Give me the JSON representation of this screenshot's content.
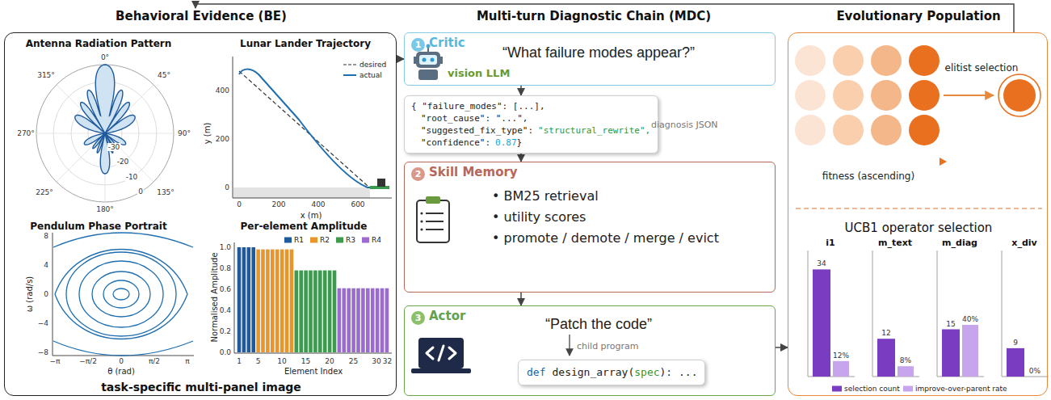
{
  "diagram": {
    "nodes": [
      {
        "text": [
          "Behavioral Evidence (BE)",
          "task-specific multi-panel image"
        ]
      },
      {
        "text": [
          "1",
          "Critic",
          "“What failure modes appear?”",
          "vision LLM"
        ]
      },
      {
        "text": [
          "{ \"failure_modes\": [...],",
          "\"root_cause\": \"...\",",
          "\"suggested_fix_type\":",
          "\"structural_rewrite\",",
          "\"confidence\":",
          "0.87",
          "}"
        ]
      },
      {
        "text": [
          "2",
          "Skill Memory",
          "• BM25 retrieval",
          "• utility scores",
          "• promote / demote / merge / evict"
        ]
      },
      {
        "text": [
          "3",
          "Actor",
          "“Patch the code”"
        ]
      },
      {
        "text": [
          "def",
          "design_array(",
          "spec",
          "): ..."
        ],
        "in": 4
      },
      {
        "text": [
          "Evolutionary Population"
        ]
      }
    ],
    "edges": [
      {
        "from": 0,
        "to": 1,
        "arrow": "to"
      },
      {
        "from": 1,
        "to": 2,
        "arrow": "to"
      },
      {
        "from": 2,
        "to": 3,
        "arrow": "to"
      },
      {
        "from": 3,
        "to": 4,
        "arrow": "to"
      },
      {
        "from": 4,
        "to": 6,
        "arrow": "to"
      },
      {
        "from": 6,
        "to": 0,
        "arrow": "to"
      }
    ],
    "labels": [
      "Multi-turn Diagnostic Chain (MDC)",
      "Antenna Radiation Pattern",
      "0°",
      "45°",
      "90°",
      "135°",
      "180°",
      "225°",
      "270°",
      "315°",
      "-30",
      "-20",
      "-10",
      "0",
      "Lunar Lander Trajectory",
      "400",
      "200",
      "0",
      "0",
      "200",
      "400",
      "600",
      "x (m)",
      "y (m)",
      "Pendulum Phase Portrait",
      "8",
      "4",
      "0",
      "−4",
      "−8",
      "−π",
      "−π/2",
      "0",
      "π/2",
      "π",
      "θ (rad)",
      "ω (rad/s)",
      "Per-element Amplitude",
      "1.0",
      "0.8",
      "0.6",
      "0.4",
      "0.2",
      "0.0",
      "1",
      "5",
      "10",
      "15",
      "20",
      "25",
      "30",
      "32",
      "Element Index",
      "Normalised Amplitude",
      "diagnosis JSON",
      "child program",
      "elitist selection",
      "fitness (ascending)",
      "UCB1 operator selection",
      "i1",
      "34",
      "12%",
      "m_text",
      "12",
      "8%",
      "m_diag",
      "15",
      "40%",
      "x_div",
      "9",
      "0%"
    ],
    "legend": [
      {
        "text": "desired"
      },
      {
        "text": "actual"
      },
      {
        "text": "R1",
        "color": "#1f5b9c"
      },
      {
        "text": "R2",
        "color": "#e8952b"
      },
      {
        "text": "R3",
        "color": "#3d9a4f"
      },
      {
        "text": "R4",
        "color": "#9b6bd0"
      },
      {
        "text": "selection count",
        "color": "#7a3cc0"
      },
      {
        "text": "improve-over-parent rate",
        "color": "#c7a5ec"
      }
    ]
  }
}
